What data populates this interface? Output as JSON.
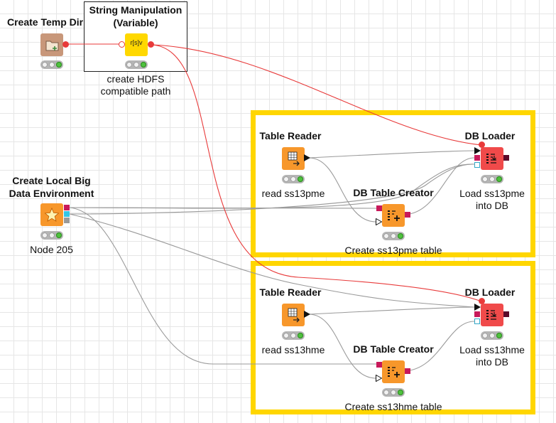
{
  "workflow": {
    "create_temp_dir": {
      "title": "Create Temp Dir"
    },
    "string_manipulation": {
      "title_line1": "String Manipulation",
      "title_line2": "(Variable)",
      "icon_text": "r[s]v",
      "desc_line1": "create HDFS",
      "desc_line2": "compatible path"
    },
    "create_local_big_data": {
      "title_line1": "Create Local Big",
      "title_line2": "Data Environment",
      "desc": "Node 205"
    },
    "top_group": {
      "table_reader": {
        "title": "Table Reader",
        "desc": "read ss13pme"
      },
      "db_table_creator": {
        "title": "DB Table Creator",
        "desc": "Create ss13pme table"
      },
      "db_loader": {
        "title": "DB Loader",
        "desc_line1": "Load ss13pme",
        "desc_line2": "into DB"
      }
    },
    "bottom_group": {
      "table_reader": {
        "title": "Table Reader",
        "desc": "read ss13hme"
      },
      "db_table_creator": {
        "title": "DB Table Creator",
        "desc": "Create ss13hme table"
      },
      "db_loader": {
        "title": "DB Loader",
        "desc_line1": "Load ss13hme",
        "desc_line2": "into DB"
      }
    }
  },
  "colors": {
    "annotation_border": "#ffd600",
    "flow_variable_wire": "#e83a3a",
    "data_wire": "#999999",
    "node_orange": "#f7972b",
    "node_red": "#f04a4a",
    "node_yellow": "#ffd800",
    "node_brown": "#c8977a",
    "status_green": "#4fc23e"
  }
}
